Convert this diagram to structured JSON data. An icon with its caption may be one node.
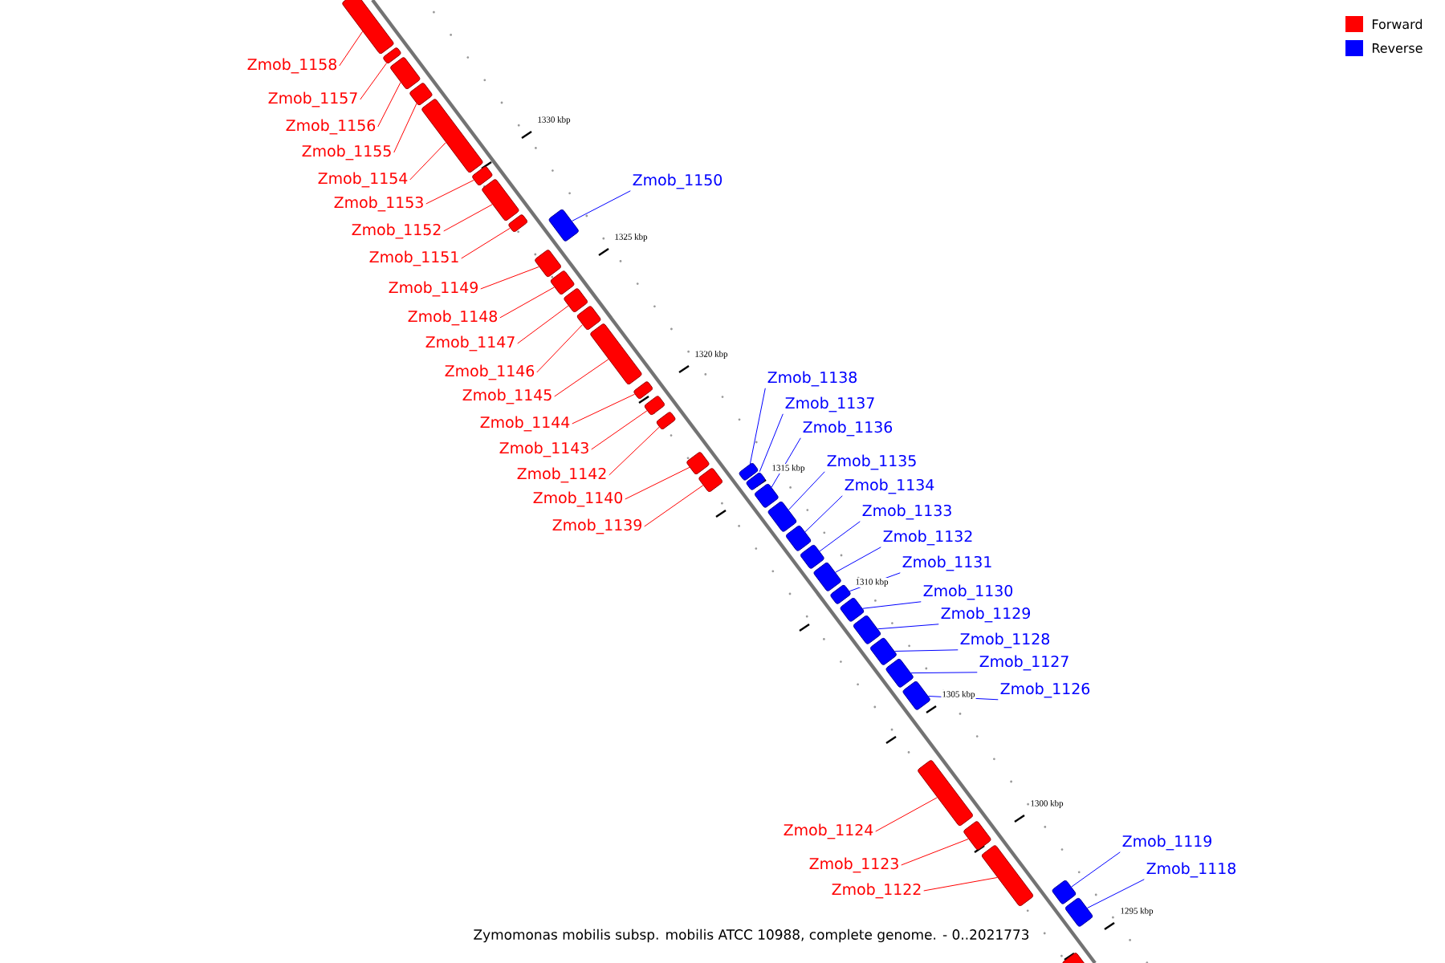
{
  "diagram": {
    "caption": "Zymomonas mobilis subsp. mobilis ATCC 10988, complete genome. - 0..2021773",
    "nodes": [
      {
        "text": [
          "Zmob_1158"
        ]
      },
      {
        "text": [],
        "shape": "box"
      },
      {
        "text": [
          "Zmob_1157"
        ]
      },
      {
        "text": [],
        "shape": "box"
      },
      {
        "text": [
          "Zmob_1156"
        ]
      },
      {
        "text": [],
        "shape": "box"
      },
      {
        "text": [
          "Zmob_1155"
        ]
      },
      {
        "text": [],
        "shape": "box"
      },
      {
        "text": [
          "Zmob_1154"
        ]
      },
      {
        "text": [],
        "shape": "box"
      },
      {
        "text": [
          "Zmob_1153"
        ]
      },
      {
        "text": [],
        "shape": "box"
      },
      {
        "text": [
          "Zmob_1152"
        ]
      },
      {
        "text": [],
        "shape": "box"
      },
      {
        "text": [
          "Zmob_1151"
        ]
      },
      {
        "text": [],
        "shape": "box"
      },
      {
        "text": [
          "Zmob_1150"
        ]
      },
      {
        "text": [],
        "shape": "box"
      },
      {
        "text": [
          "Zmob_1149"
        ]
      },
      {
        "text": [],
        "shape": "box"
      },
      {
        "text": [
          "Zmob_1148"
        ]
      },
      {
        "text": [],
        "shape": "box"
      },
      {
        "text": [
          "Zmob_1147"
        ]
      },
      {
        "text": [],
        "shape": "box"
      },
      {
        "text": [
          "Zmob_1146"
        ]
      },
      {
        "text": [],
        "shape": "box"
      },
      {
        "text": [
          "Zmob_1145"
        ]
      },
      {
        "text": [],
        "shape": "box"
      },
      {
        "text": [
          "Zmob_1144"
        ]
      },
      {
        "text": [],
        "shape": "box"
      },
      {
        "text": [
          "Zmob_1143"
        ]
      },
      {
        "text": [],
        "shape": "box"
      },
      {
        "text": [
          "Zmob_1142"
        ]
      },
      {
        "text": [],
        "shape": "box"
      },
      {
        "text": [
          "Zmob_1140"
        ]
      },
      {
        "text": [],
        "shape": "box"
      },
      {
        "text": [
          "Zmob_1139"
        ]
      },
      {
        "text": [],
        "shape": "box"
      },
      {
        "text": [
          "Zmob_1138"
        ]
      },
      {
        "text": [],
        "shape": "box"
      },
      {
        "text": [
          "Zmob_1137"
        ]
      },
      {
        "text": [],
        "shape": "box"
      },
      {
        "text": [
          "Zmob_1136"
        ]
      },
      {
        "text": [],
        "shape": "box"
      },
      {
        "text": [
          "Zmob_1135"
        ]
      },
      {
        "text": [],
        "shape": "box"
      },
      {
        "text": [
          "Zmob_1134"
        ]
      },
      {
        "text": [],
        "shape": "box"
      },
      {
        "text": [
          "Zmob_1133"
        ]
      },
      {
        "text": [],
        "shape": "box"
      },
      {
        "text": [
          "Zmob_1132"
        ]
      },
      {
        "text": [],
        "shape": "box"
      },
      {
        "text": [
          "Zmob_1131"
        ]
      },
      {
        "text": [],
        "shape": "box"
      },
      {
        "text": [
          "Zmob_1130"
        ]
      },
      {
        "text": [],
        "shape": "box"
      },
      {
        "text": [
          "Zmob_1129"
        ]
      },
      {
        "text": [],
        "shape": "box"
      },
      {
        "text": [
          "Zmob_1128"
        ]
      },
      {
        "text": [],
        "shape": "box"
      },
      {
        "text": [
          "Zmob_1127"
        ]
      },
      {
        "text": [],
        "shape": "box"
      },
      {
        "text": [
          "Zmob_1126"
        ]
      },
      {
        "text": [],
        "shape": "box"
      },
      {
        "text": [
          "Zmob_1124"
        ]
      },
      {
        "text": [],
        "shape": "box"
      },
      {
        "text": [
          "Zmob_1123"
        ]
      },
      {
        "text": [],
        "shape": "box"
      },
      {
        "text": [
          "Zmob_1122"
        ]
      },
      {
        "text": [],
        "shape": "box"
      },
      {
        "text": [
          "Zmob_1119"
        ]
      },
      {
        "text": [],
        "shape": "box"
      },
      {
        "text": [
          "Zmob_1118"
        ]
      },
      {
        "text": [],
        "shape": "box"
      },
      {
        "text": [],
        "shape": "box"
      }
    ],
    "edges": [
      {
        "from": 0,
        "to": 1,
        "arrow": "none",
        "color": "#ff0000"
      },
      {
        "from": 2,
        "to": 3,
        "arrow": "none",
        "color": "#ff0000"
      },
      {
        "from": 4,
        "to": 5,
        "arrow": "none",
        "color": "#ff0000"
      },
      {
        "from": 6,
        "to": 7,
        "arrow": "none",
        "color": "#ff0000"
      },
      {
        "from": 8,
        "to": 9,
        "arrow": "none",
        "color": "#ff0000"
      },
      {
        "from": 10,
        "to": 11,
        "arrow": "none",
        "color": "#ff0000"
      },
      {
        "from": 12,
        "to": 13,
        "arrow": "none",
        "color": "#ff0000"
      },
      {
        "from": 14,
        "to": 15,
        "arrow": "none",
        "color": "#ff0000"
      },
      {
        "from": 16,
        "to": 17,
        "arrow": "none",
        "color": "#0000ff"
      },
      {
        "from": 18,
        "to": 19,
        "arrow": "none",
        "color": "#ff0000"
      },
      {
        "from": 20,
        "to": 21,
        "arrow": "none",
        "color": "#ff0000"
      },
      {
        "from": 22,
        "to": 23,
        "arrow": "none",
        "color": "#ff0000"
      },
      {
        "from": 24,
        "to": 25,
        "arrow": "none",
        "color": "#ff0000"
      },
      {
        "from": 26,
        "to": 27,
        "arrow": "none",
        "color": "#ff0000"
      },
      {
        "from": 28,
        "to": 29,
        "arrow": "none",
        "color": "#ff0000"
      },
      {
        "from": 30,
        "to": 31,
        "arrow": "none",
        "color": "#ff0000"
      },
      {
        "from": 32,
        "to": 33,
        "arrow": "none",
        "color": "#ff0000"
      },
      {
        "from": 34,
        "to": 35,
        "arrow": "none",
        "color": "#ff0000"
      },
      {
        "from": 36,
        "to": 37,
        "arrow": "none",
        "color": "#ff0000"
      },
      {
        "from": 38,
        "to": 39,
        "arrow": "none",
        "color": "#0000ff"
      },
      {
        "from": 40,
        "to": 41,
        "arrow": "none",
        "color": "#0000ff"
      },
      {
        "from": 42,
        "to": 43,
        "arrow": "none",
        "color": "#0000ff"
      },
      {
        "from": 44,
        "to": 45,
        "arrow": "none",
        "color": "#0000ff"
      },
      {
        "from": 46,
        "to": 47,
        "arrow": "none",
        "color": "#0000ff"
      },
      {
        "from": 48,
        "to": 49,
        "arrow": "none",
        "color": "#0000ff"
      },
      {
        "from": 50,
        "to": 51,
        "arrow": "none",
        "color": "#0000ff"
      },
      {
        "from": 52,
        "to": 53,
        "arrow": "none",
        "color": "#0000ff"
      },
      {
        "from": 54,
        "to": 55,
        "arrow": "none",
        "color": "#0000ff"
      },
      {
        "from": 56,
        "to": 57,
        "arrow": "none",
        "color": "#0000ff"
      },
      {
        "from": 58,
        "to": 59,
        "arrow": "none",
        "color": "#0000ff"
      },
      {
        "from": 60,
        "to": 61,
        "arrow": "none",
        "color": "#0000ff"
      },
      {
        "from": 62,
        "to": 63,
        "arrow": "none",
        "color": "#0000ff"
      },
      {
        "from": 64,
        "to": 65,
        "arrow": "none",
        "color": "#ff0000"
      },
      {
        "from": 66,
        "to": 67,
        "arrow": "none",
        "color": "#ff0000"
      },
      {
        "from": 68,
        "to": 69,
        "arrow": "none",
        "color": "#ff0000"
      },
      {
        "from": 70,
        "to": 71,
        "arrow": "none",
        "color": "#0000ff"
      },
      {
        "from": 72,
        "to": 73,
        "arrow": "none",
        "color": "#0000ff"
      }
    ],
    "labels": [
      "1330 kbp",
      "1325 kbp",
      "1320 kbp",
      "1315 kbp",
      "1310 kbp",
      "1305 kbp",
      "1300 kbp",
      "1295 kbp"
    ],
    "legend": [
      {
        "text": "Forward",
        "color": "#ff0000"
      },
      {
        "text": "Reverse",
        "color": "#0000ff"
      }
    ]
  }
}
